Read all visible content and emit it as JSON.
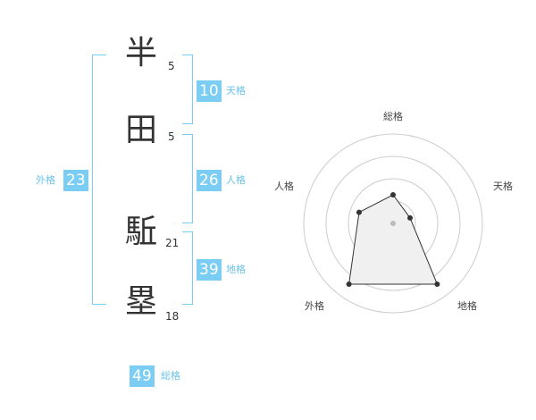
{
  "name": {
    "chars": [
      {
        "char": "半",
        "strokes": "5"
      },
      {
        "char": "田",
        "strokes": "5"
      },
      {
        "char": "駈",
        "strokes": "21"
      },
      {
        "char": "塁",
        "strokes": "18"
      }
    ]
  },
  "grids": {
    "tenkaku": {
      "value": "10",
      "label": "天格"
    },
    "jinkaku": {
      "value": "26",
      "label": "人格"
    },
    "chikaku": {
      "value": "39",
      "label": "地格"
    },
    "gaikaku": {
      "value": "23",
      "label": "外格"
    },
    "soukaku": {
      "value": "49",
      "label": "総格"
    }
  },
  "chart_data": {
    "type": "radar",
    "axes": [
      "総格",
      "天格",
      "地格",
      "外格",
      "人格"
    ],
    "rings": 4,
    "values": [
      1.6,
      1.0,
      4.2,
      4.2,
      2.0
    ],
    "max": 5,
    "fill": "#f0f0f0",
    "stroke": "#333333"
  },
  "colors": {
    "accent": "#7ccdf4"
  }
}
